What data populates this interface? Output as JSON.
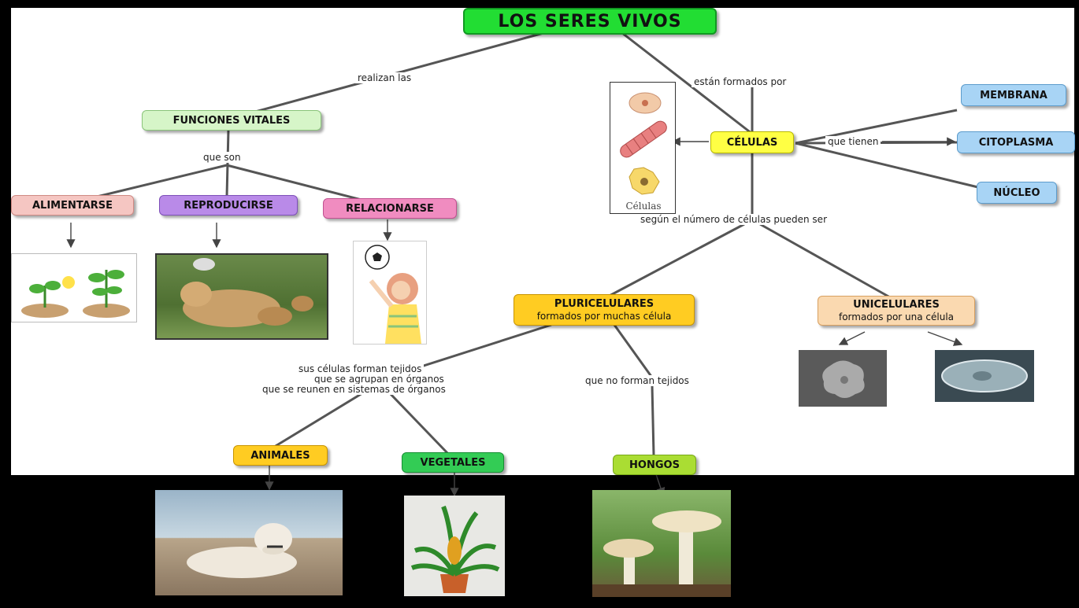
{
  "title": "LOS SERES VIVOS",
  "nodes": {
    "funciones": "FUNCIONES VITALES",
    "alimentarse": "ALIMENTARSE",
    "reproducirse": "REPRODUCIRSE",
    "relacionarse": "RELACIONARSE",
    "celulas": "CÉLULAS",
    "membrana": "MEMBRANA",
    "citoplasma": "CITOPLASMA",
    "nucleo": "NÚCLEO",
    "pluri": "PLURICELULARES",
    "pluri_sub": "formados por muchas célula",
    "uni": "UNICELULARES",
    "uni_sub": "formados por una célula",
    "animales": "ANIMALES",
    "vegetales": "VEGETALES",
    "hongos": "HONGOS"
  },
  "links": {
    "realizan": "realizan las",
    "formados": "están formados por",
    "que_son": "que son",
    "que_tienen": "que tienen",
    "segun": "según el número de células pueden ser",
    "tejidos_1": "sus células forman tejidos",
    "tejidos_2": "que se agrupan en órganos",
    "tejidos_3": "que se reunen en sistemas de órganos",
    "no_tejidos": "que no forman tejidos"
  },
  "images": {
    "cells_caption": "Células"
  },
  "colors": {
    "title_green": "#22dd33",
    "light_green": "#d6f5c8",
    "pink": "#f5c6c2",
    "purple": "#b98ae8",
    "magenta": "#f08cc0",
    "yellow": "#ffff44",
    "blue": "#a8d4f5",
    "orange": "#ffcc22",
    "peach": "#fad9b0",
    "green": "#33cc55",
    "olive": "#aadd33"
  }
}
